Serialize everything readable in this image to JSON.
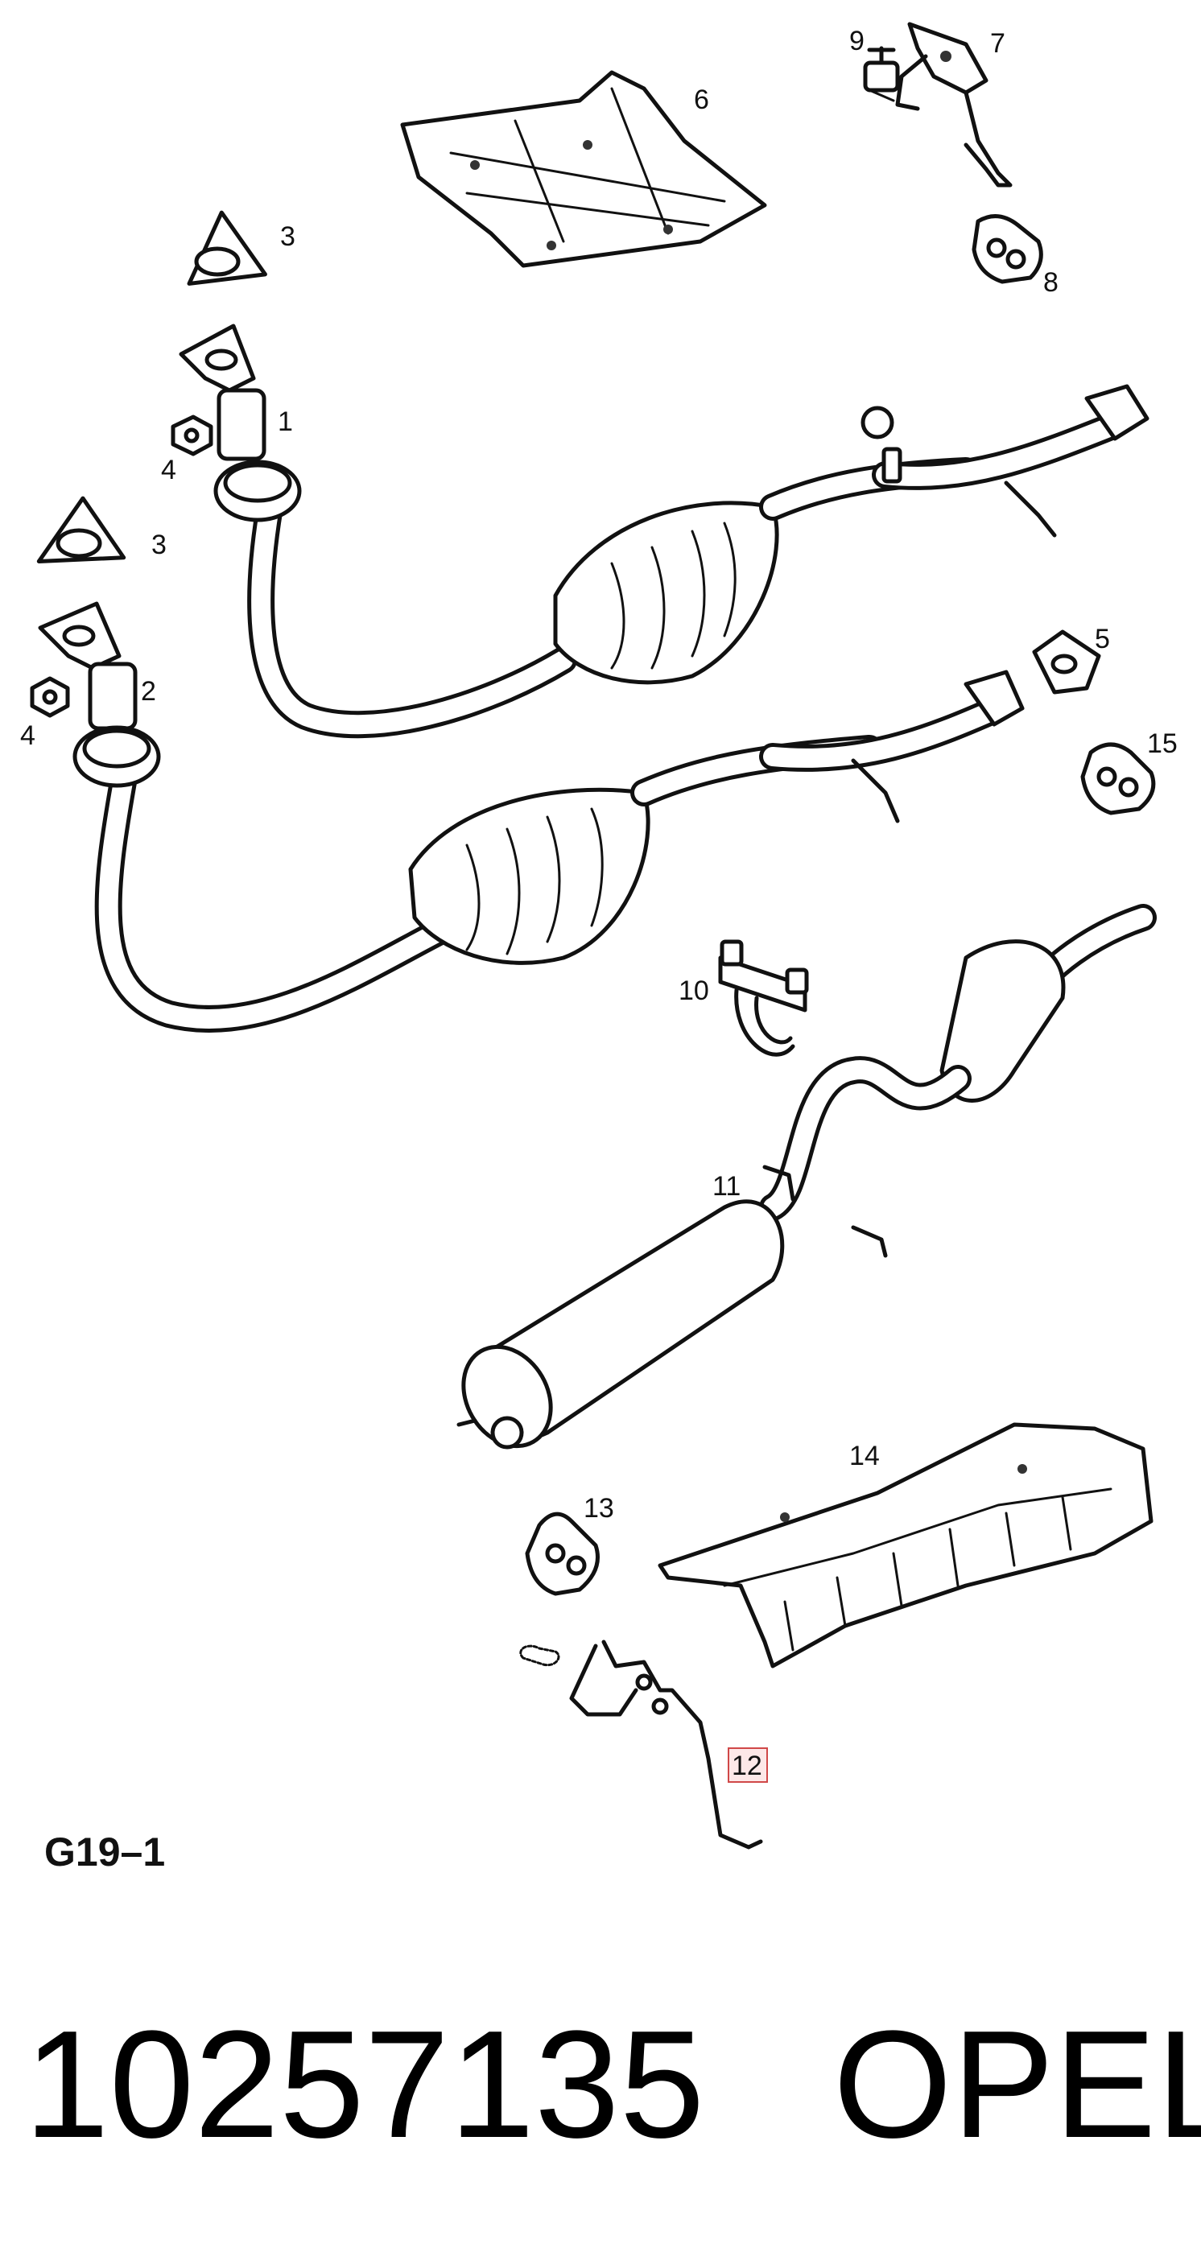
{
  "diagram_code": "G19–1",
  "part_number": "10257135",
  "brand": "OPEL",
  "callouts": {
    "c1": "1",
    "c2": "2",
    "c3a": "3",
    "c3b": "3",
    "c4a": "4",
    "c4b": "4",
    "c5": "5",
    "c6": "6",
    "c7": "7",
    "c8": "8",
    "c9": "9",
    "c10": "10",
    "c11": "11",
    "c12": "12",
    "c13": "13",
    "c14": "14",
    "c15": "15"
  },
  "highlighted_callout": "12",
  "colors": {
    "line": "#111111",
    "highlight_border": "#d04848",
    "highlight_fill": "#fde8e8"
  }
}
